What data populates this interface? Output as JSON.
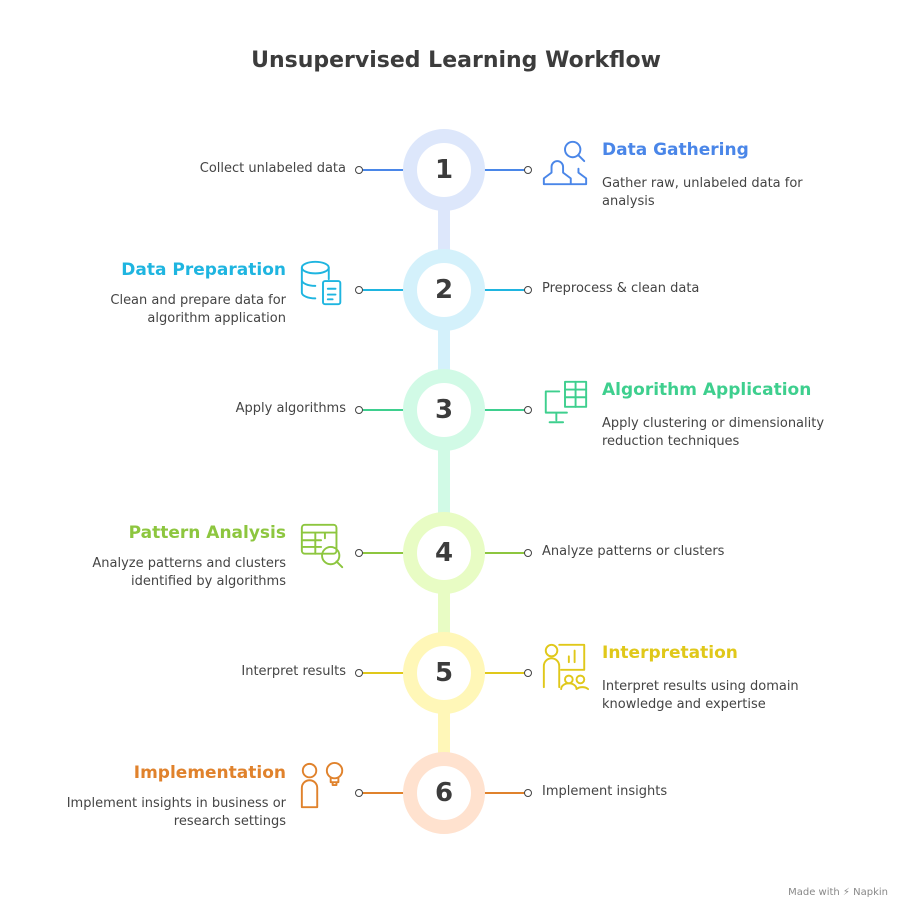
{
  "title": "Unsupervised Learning Workflow",
  "steps": [
    {
      "number": "1",
      "heading": "Data Gathering",
      "description": "Gather raw, unlabeled data for analysis",
      "short": "Collect unlabeled data",
      "color": "#4a86e8",
      "ring": "#dde7fb",
      "icon": "users-search-icon"
    },
    {
      "number": "2",
      "heading": "Data Preparation",
      "description": "Clean and prepare data for algorithm application",
      "short": "Preprocess & clean data",
      "color": "#1fb5e0",
      "ring": "#d4f1fb",
      "icon": "database-document-icon"
    },
    {
      "number": "3",
      "heading": "Algorithm Application",
      "description": "Apply clustering or dimensionality reduction techniques",
      "short": "Apply algorithms",
      "color": "#3ecf8e",
      "ring": "#d1fae6",
      "icon": "monitor-table-icon"
    },
    {
      "number": "4",
      "heading": "Pattern Analysis",
      "description": "Analyze patterns and clusters identified by algorithms",
      "short": "Analyze patterns or clusters",
      "color": "#8dc63f",
      "ring": "#e8fcc4",
      "icon": "table-search-icon"
    },
    {
      "number": "5",
      "heading": "Interpretation",
      "description": "Interpret results using domain knowledge and expertise",
      "short": "Interpret results",
      "color": "#e0c81a",
      "ring": "#fff7b8",
      "icon": "presentation-icon"
    },
    {
      "number": "6",
      "heading": "Implementation",
      "description": "Implement insights in business or research settings",
      "short": "Implement insights",
      "color": "#e0822c",
      "ring": "#ffe2cf",
      "icon": "person-lightbulb-icon"
    }
  ],
  "footer": "Made with ⚡ Napkin"
}
